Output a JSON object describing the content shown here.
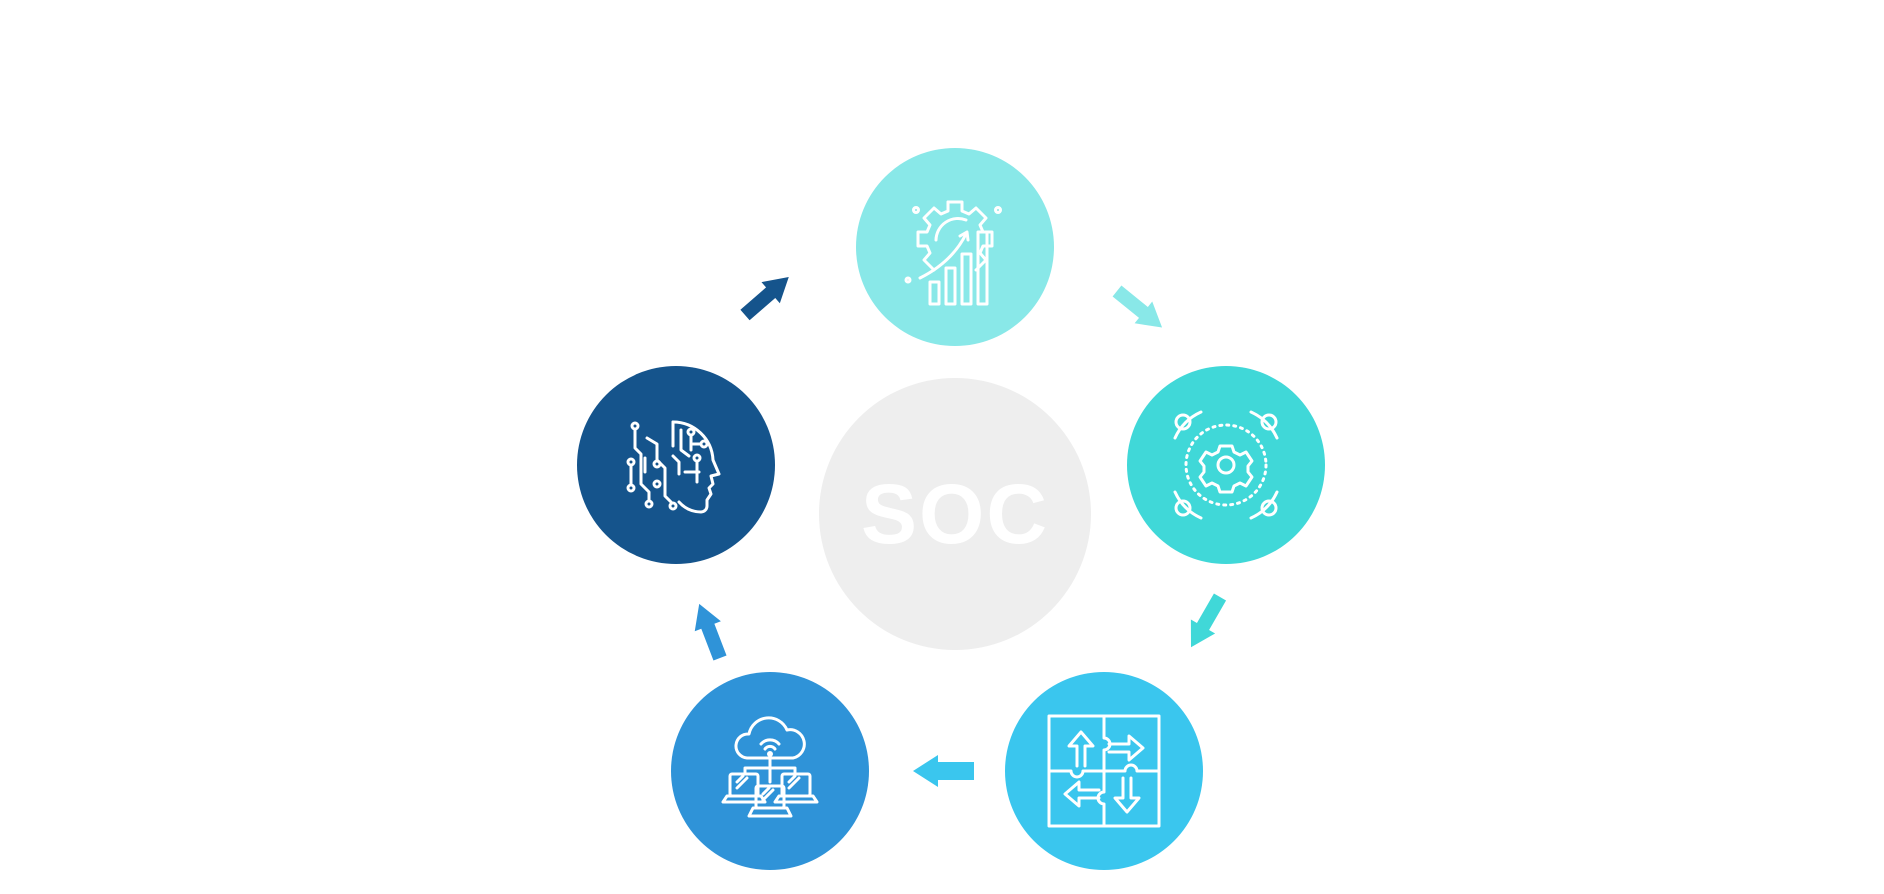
{
  "center": {
    "label": "SOC",
    "color": "#eeeeee"
  },
  "nodes": [
    {
      "id": "performance",
      "icon": "gear-growth-chart-icon",
      "color": "#89e8e8"
    },
    {
      "id": "integration",
      "icon": "gear-network-icon",
      "color": "#40d8d8"
    },
    {
      "id": "solution",
      "icon": "puzzle-arrows-icon",
      "color": "#3ac6ee"
    },
    {
      "id": "cloud",
      "icon": "cloud-network-computers-icon",
      "color": "#2f93d8"
    },
    {
      "id": "ai",
      "icon": "ai-head-circuit-icon",
      "color": "#15548c"
    }
  ],
  "arrows": [
    {
      "from": "ai",
      "to": "performance",
      "color": "#15548c"
    },
    {
      "from": "performance",
      "to": "integration",
      "color": "#89e8e8"
    },
    {
      "from": "integration",
      "to": "solution",
      "color": "#40d8d8"
    },
    {
      "from": "solution",
      "to": "cloud",
      "color": "#3ac6ee"
    },
    {
      "from": "cloud",
      "to": "ai",
      "color": "#2f93d8"
    }
  ]
}
